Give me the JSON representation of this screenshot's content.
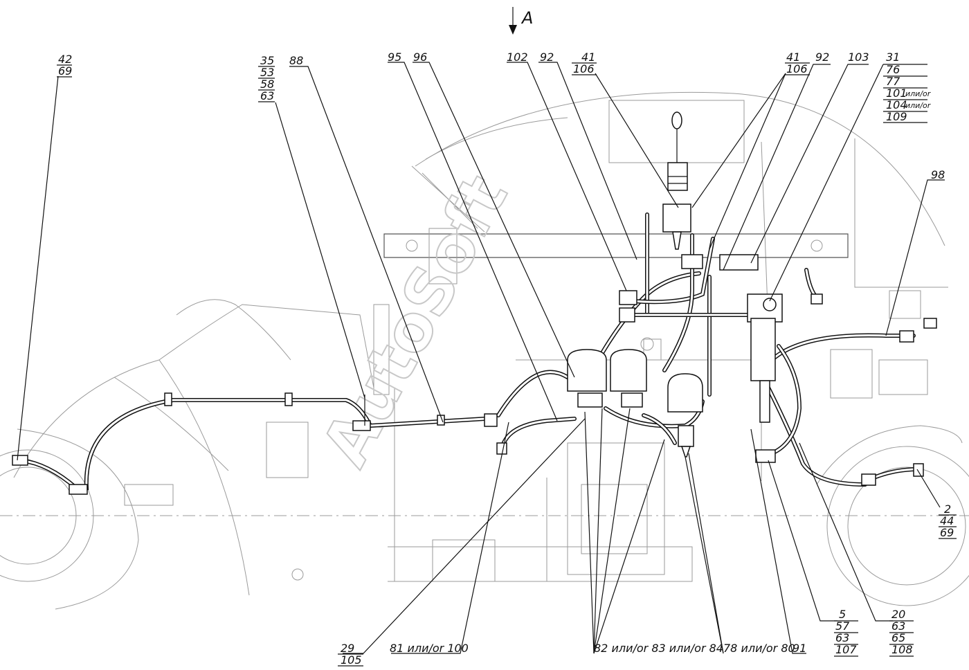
{
  "view_label": "A",
  "watermark": "AutoSoft",
  "callouts": {
    "c42": [
      "42",
      "69"
    ],
    "c35": [
      "35",
      "53",
      "58",
      "63"
    ],
    "c88": "88",
    "c95": "95",
    "c96": "96",
    "c102": "102",
    "c92a": "92",
    "c41a": [
      "41",
      "106"
    ],
    "c41b": [
      "41",
      "106"
    ],
    "c92b": "92",
    "c103": "103",
    "c31": [
      {
        "num": "31",
        "suffix": ""
      },
      {
        "num": "76",
        "suffix": ""
      },
      {
        "num": "77",
        "suffix": ""
      },
      {
        "num": "101",
        "suffix": "или/or"
      },
      {
        "num": "104",
        "suffix": "или/or"
      },
      {
        "num": "109",
        "suffix": ""
      }
    ],
    "c98": "98",
    "c2": [
      "2",
      "44",
      "69"
    ],
    "c29": [
      "29",
      "105"
    ],
    "c81": "81 или/or 100",
    "c82": "82 или/or 83 или/or 84",
    "c78": "78 или/or 80",
    "c91": "91",
    "c5": [
      "5",
      "57",
      "63",
      "107"
    ],
    "c20": [
      "20",
      "63",
      "65",
      "108"
    ]
  }
}
